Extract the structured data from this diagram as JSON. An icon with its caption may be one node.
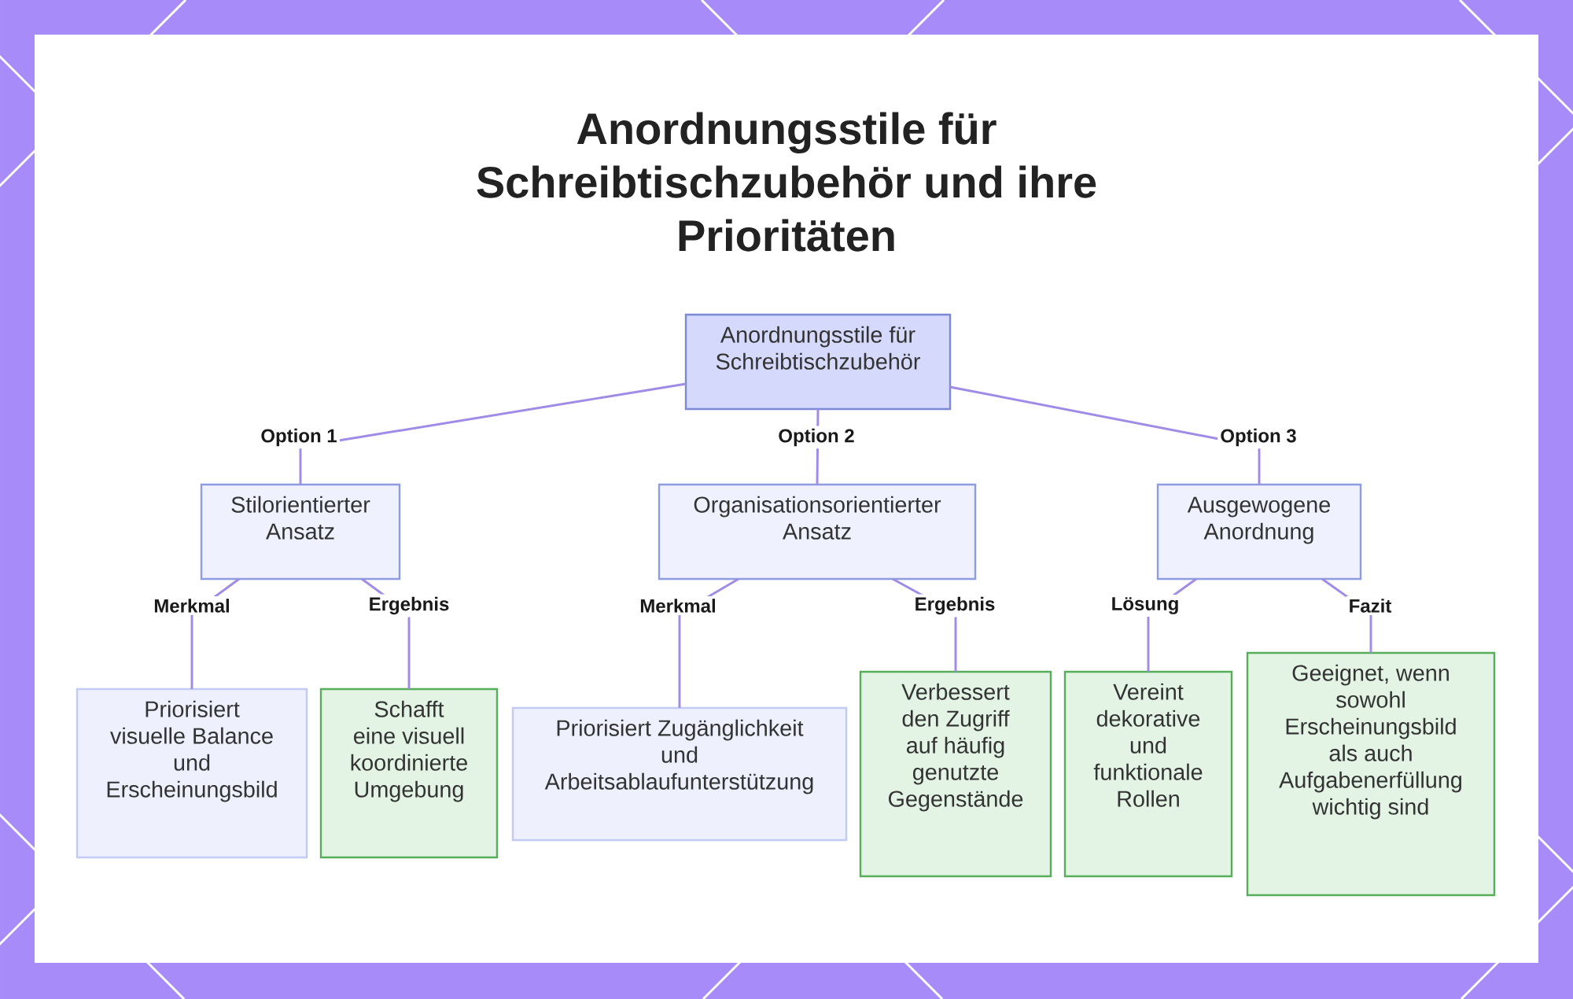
{
  "diagram": {
    "title": "Anordnungsstile für Schreibtischzubehör und ihre Prioritäten",
    "nodes": [
      {
        "text": [
          "Anordnungsstile für Schreibtischzubehör"
        ]
      },
      {
        "text": [
          "Stilorientierter Ansatz"
        ]
      },
      {
        "text": [
          "Organisationsorientierter Ansatz"
        ]
      },
      {
        "text": [
          "Ausgewogene Anordnung"
        ]
      },
      {
        "text": [
          "Priorisiert visuelle Balance und Erscheinungsbild"
        ]
      },
      {
        "text": [
          "Schafft eine visuell koordinierte Umgebung"
        ]
      },
      {
        "text": [
          "Priorisiert Zugänglichkeit und Arbeitsablaufunterstützung"
        ]
      },
      {
        "text": [
          "Verbessert den Zugriff auf häufig genutzte Gegenstände"
        ]
      },
      {
        "text": [
          "Vereint dekorative und funktionale Rollen"
        ]
      },
      {
        "text": [
          "Geeignet, wenn sowohl Erscheinungsbild als auch Aufgabenerfüllung wichtig sind"
        ]
      }
    ],
    "edges": [
      {
        "from": 0,
        "to": 1,
        "arrow": "none",
        "label": "Option 1"
      },
      {
        "from": 0,
        "to": 2,
        "arrow": "none",
        "label": "Option 2"
      },
      {
        "from": 0,
        "to": 3,
        "arrow": "none",
        "label": "Option 3"
      },
      {
        "from": 1,
        "to": 4,
        "arrow": "none",
        "label": "Merkmal"
      },
      {
        "from": 1,
        "to": 5,
        "arrow": "none",
        "label": "Ergebnis"
      },
      {
        "from": 2,
        "to": 6,
        "arrow": "none",
        "label": "Merkmal"
      },
      {
        "from": 2,
        "to": 7,
        "arrow": "none",
        "label": "Ergebnis"
      },
      {
        "from": 3,
        "to": 8,
        "arrow": "none",
        "label": "Lösung"
      },
      {
        "from": 3,
        "to": 9,
        "arrow": "none",
        "label": "Fazit"
      }
    ]
  }
}
